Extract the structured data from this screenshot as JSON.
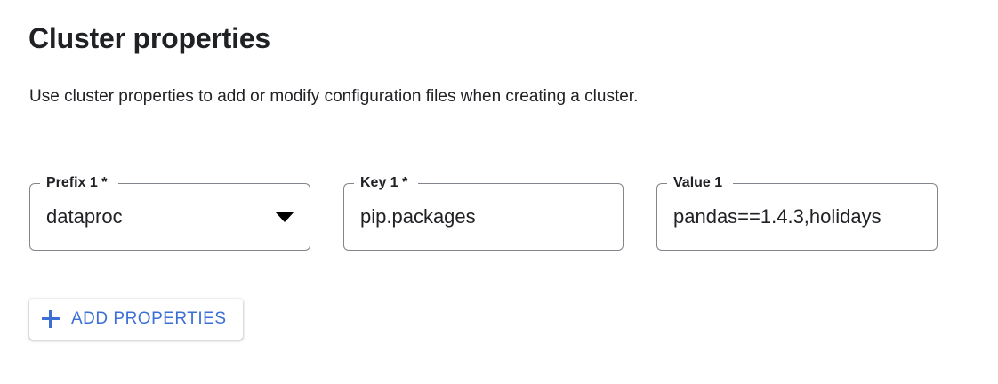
{
  "header": {
    "title": "Cluster properties",
    "description": "Use cluster properties to add or modify configuration files when creating a cluster."
  },
  "property_rows": [
    {
      "prefix": {
        "label": "Prefix 1 *",
        "value": "dataproc",
        "control": "select",
        "dropdown_icon": "caret-down-icon"
      },
      "key": {
        "label": "Key 1 *",
        "value": "pip.packages",
        "control": "text"
      },
      "value": {
        "label": "Value 1",
        "value": "pandas==1.4.3,holidays",
        "control": "text"
      }
    }
  ],
  "actions": {
    "add_properties": {
      "label": "ADD PROPERTIES",
      "icon": "plus-icon"
    }
  },
  "colors": {
    "accent_blue": "#3c6fd6",
    "text_primary": "#202124",
    "field_border": "#80868b",
    "background": "#ffffff"
  }
}
